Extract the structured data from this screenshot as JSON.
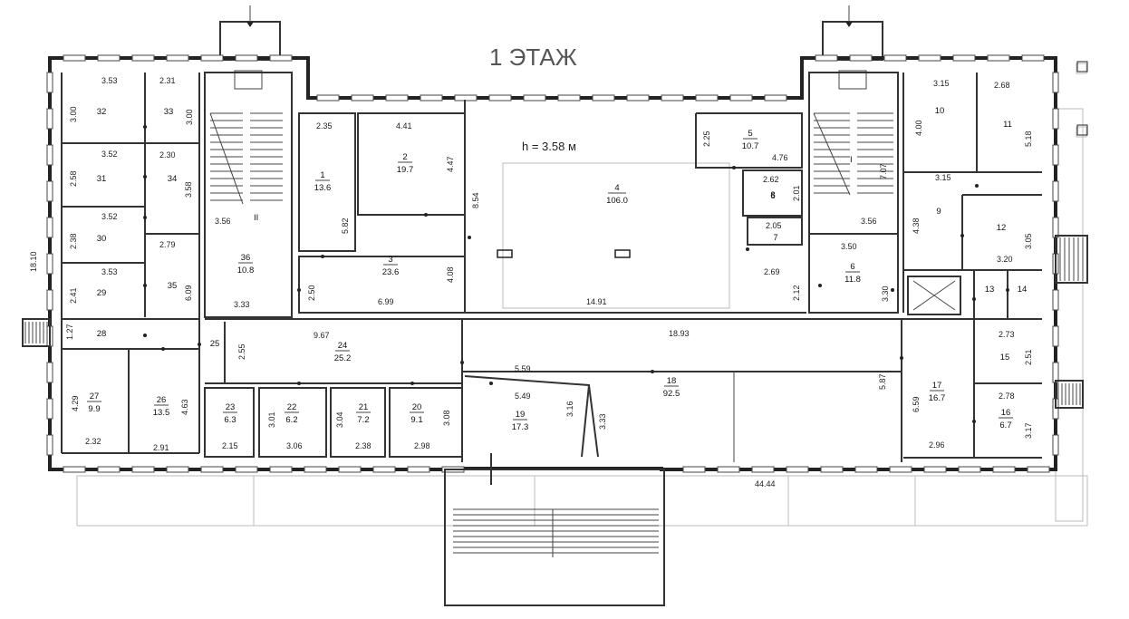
{
  "title": "1 ЭТАЖ",
  "ceiling_height": "h = 3.58 м",
  "overall_length": "44.44",
  "overall_width": "18.10",
  "corridor_length": "18.93",
  "stair_marks": {
    "left": "II",
    "right": "I"
  },
  "rooms": [
    {
      "id": "r1",
      "num": "1",
      "area": "13.6"
    },
    {
      "id": "r2",
      "num": "2",
      "area": "19.7"
    },
    {
      "id": "r3",
      "num": "3",
      "area": "23.6"
    },
    {
      "id": "r4",
      "num": "4",
      "area": "106.0"
    },
    {
      "id": "r5",
      "num": "5",
      "area": "10.7"
    },
    {
      "id": "r6",
      "num": "6",
      "area": ""
    },
    {
      "id": "r6b",
      "num": "6",
      "area": "11.8"
    },
    {
      "id": "r7",
      "num": "7",
      "area": ""
    },
    {
      "id": "r8",
      "num": "8",
      "area": ""
    },
    {
      "id": "r9",
      "num": "9",
      "area": ""
    },
    {
      "id": "r10",
      "num": "10",
      "area": ""
    },
    {
      "id": "r11",
      "num": "11",
      "area": ""
    },
    {
      "id": "r12",
      "num": "12",
      "area": ""
    },
    {
      "id": "r13",
      "num": "13",
      "area": ""
    },
    {
      "id": "r14",
      "num": "14",
      "area": ""
    },
    {
      "id": "r15",
      "num": "15",
      "area": ""
    },
    {
      "id": "r16",
      "num": "16",
      "area": "6.7"
    },
    {
      "id": "r17",
      "num": "17",
      "area": "16.7"
    },
    {
      "id": "r18",
      "num": "18",
      "area": "92.5"
    },
    {
      "id": "r19",
      "num": "19",
      "area": "17.3"
    },
    {
      "id": "r20",
      "num": "20",
      "area": "9.1"
    },
    {
      "id": "r21",
      "num": "21",
      "area": "7.2"
    },
    {
      "id": "r22",
      "num": "22",
      "area": "6.2"
    },
    {
      "id": "r23",
      "num": "23",
      "area": "6.3"
    },
    {
      "id": "r24",
      "num": "24",
      "area": "25.2"
    },
    {
      "id": "r25",
      "num": "25",
      "area": ""
    },
    {
      "id": "r26",
      "num": "26",
      "area": "13.5"
    },
    {
      "id": "r27",
      "num": "27",
      "area": "9.9"
    },
    {
      "id": "r28",
      "num": "28",
      "area": ""
    },
    {
      "id": "r29",
      "num": "29",
      "area": ""
    },
    {
      "id": "r30",
      "num": "30",
      "area": ""
    },
    {
      "id": "r31",
      "num": "31",
      "area": ""
    },
    {
      "id": "r32",
      "num": "32",
      "area": ""
    },
    {
      "id": "r33",
      "num": "33",
      "area": ""
    },
    {
      "id": "r34",
      "num": "34",
      "area": ""
    },
    {
      "id": "r35",
      "num": "35",
      "area": ""
    },
    {
      "id": "r36",
      "num": "36",
      "area": "10.8"
    }
  ],
  "dimensions": [
    "3.53",
    "2.31",
    "3.00",
    "3.00",
    "3.52",
    "2.30",
    "2.58",
    "3.58",
    "3.52",
    "2.38",
    "2.79",
    "3.53",
    "2.41",
    "6.09",
    "1.27",
    "4.29",
    "2.32",
    "4.63",
    "2.91",
    "3.56",
    "3.33",
    "2.35",
    "4.41",
    "4.47",
    "5.82",
    "8.54",
    "4.08",
    "6.99",
    "2.50",
    "14.91",
    "2.25",
    "4.76",
    "2.62",
    "2.01",
    "2.05",
    "2.69",
    "2.12",
    "3.56",
    "7.07",
    "3.50",
    "3.15",
    "2.68",
    "4.00",
    "5.18",
    "3.15",
    "4.38",
    "3.05",
    "3.20",
    "3.30",
    "9.67",
    "2.55",
    "5.59",
    "5.49",
    "3.16",
    "3.33",
    "5.87",
    "6.59",
    "2.96",
    "2.73",
    "2.51",
    "2.78",
    "3.17",
    "2.15",
    "3.01",
    "3.06",
    "3.04",
    "2.38",
    "2.98",
    "3.08"
  ]
}
